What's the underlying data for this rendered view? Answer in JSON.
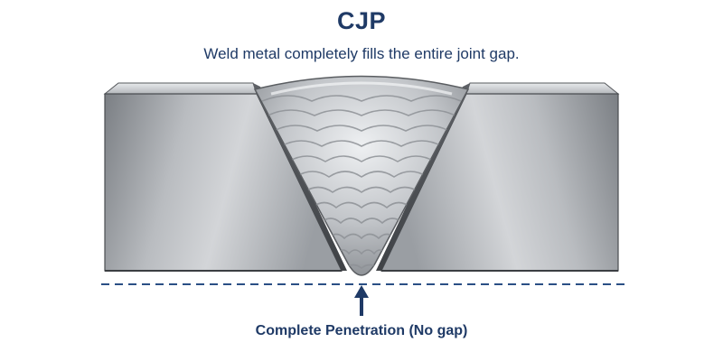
{
  "header": {
    "title": "CJP",
    "subtitle": "Weld metal completely fills the entire joint gap."
  },
  "callout": {
    "label": "Complete Penetration (No gap)"
  },
  "colors": {
    "text": "#1f3a66",
    "dashed_line": "#2a4f85",
    "arrow": "#1f3a66",
    "steel_light": "#c9ccd0",
    "steel_dark": "#6f7378",
    "weld_light": "#e4e6e8",
    "weld_dark": "#7d8186"
  }
}
